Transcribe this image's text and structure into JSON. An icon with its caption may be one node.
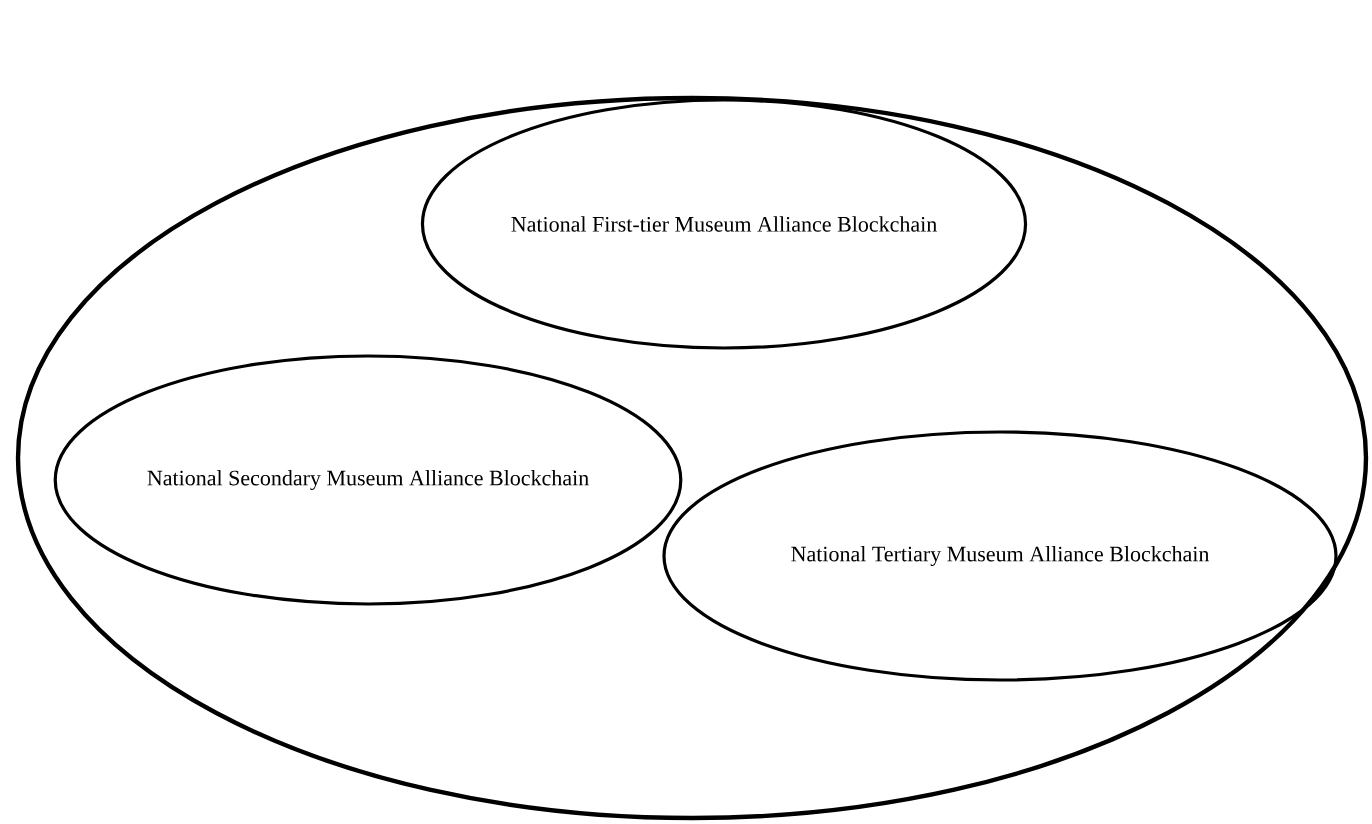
{
  "diagram": {
    "nodes": [
      {
        "text": [],
        "shape": "ellipse"
      },
      {
        "text": [
          "National First-tier Museum Alliance Blockchain"
        ],
        "in": 0
      },
      {
        "text": [
          "National Secondary Museum Alliance Blockchain"
        ],
        "in": 0
      },
      {
        "text": [
          "National Tertiary Museum Alliance Blockchain"
        ],
        "in": 0
      }
    ]
  }
}
